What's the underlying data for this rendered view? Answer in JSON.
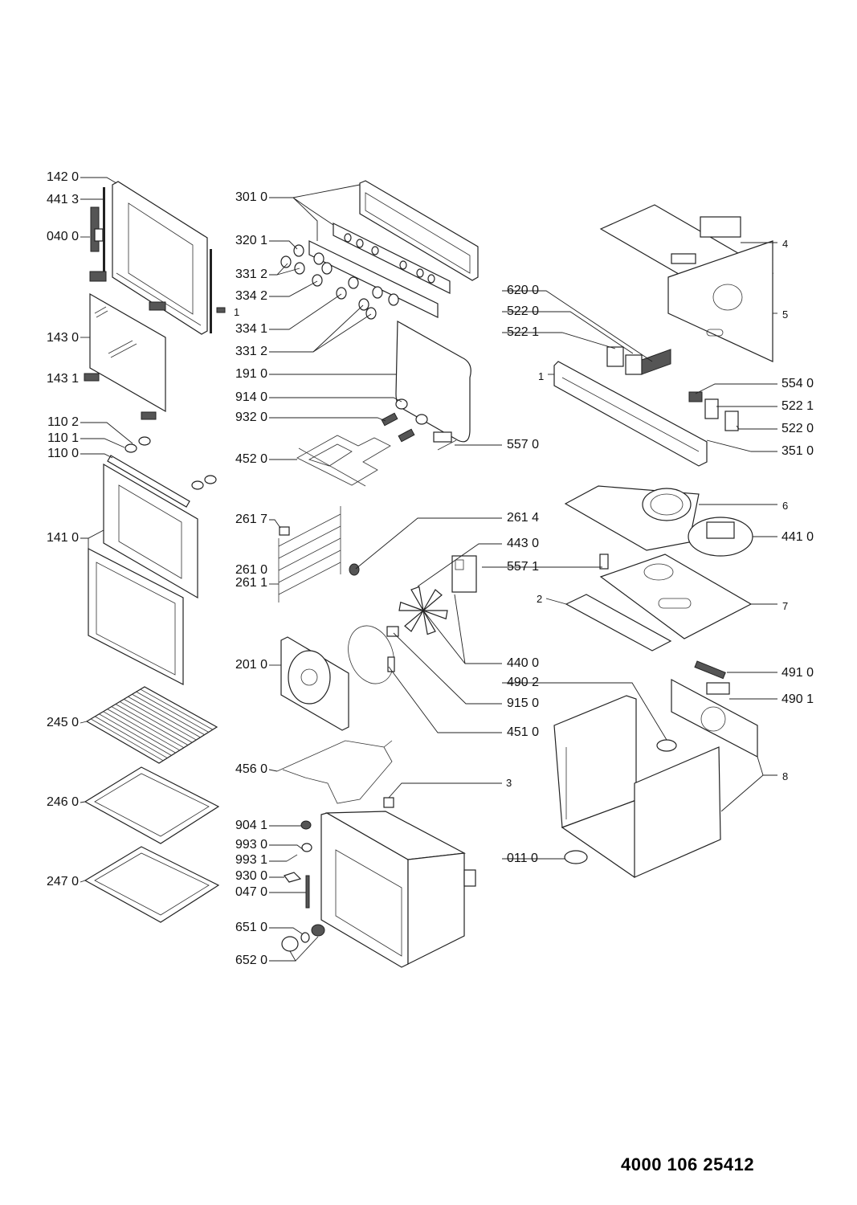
{
  "document_number": "4000 106 25412",
  "callouts": {
    "c1420": "142 0",
    "c4413": "441 3",
    "c0400": "040 0",
    "c1": "1",
    "c1430": "143 0",
    "c1431": "143 1",
    "c1102": "110 2",
    "c1101": "110 1",
    "c1100": "110 0",
    "c1410": "141 0",
    "c2450": "245 0",
    "c2460": "246 0",
    "c2470": "247 0",
    "c3010": "301 0",
    "c3201": "320 1",
    "c3312a": "331 2",
    "c3342": "334 2",
    "c3341": "334 1",
    "c3312b": "331 2",
    "c1910": "191 0",
    "c9140": "914 0",
    "c9320": "932 0",
    "c4520": "452 0",
    "c5570": "557 0",
    "c2617": "261 7",
    "c2614": "261 4",
    "c2610": "261 0",
    "c2611": "261 1",
    "c4430": "443 0",
    "c5571": "557 1",
    "c2010": "201 0",
    "c4400": "440 0",
    "c4902": "490 2",
    "c9150": "915 0",
    "c4510": "451 0",
    "c4560": "456 0",
    "c3": "3",
    "c9041": "904 1",
    "c9930": "993 0",
    "c9931": "993 1",
    "c9300": "930 0",
    "c0470": "047 0",
    "c6510": "651 0",
    "c6520": "652 0",
    "c4": "4",
    "c5": "5",
    "c6200": "620 0",
    "c5220a": "522 0",
    "c5221a": "522 1",
    "c1b": "1",
    "c5540": "554 0",
    "c5221b": "522 1",
    "c5220b": "522 0",
    "c3510": "351 0",
    "c6": "6",
    "c4410": "441 0",
    "c2": "2",
    "c7": "7",
    "c4910": "491 0",
    "c4901": "490 1",
    "c8": "8",
    "c0110": "011 0"
  }
}
